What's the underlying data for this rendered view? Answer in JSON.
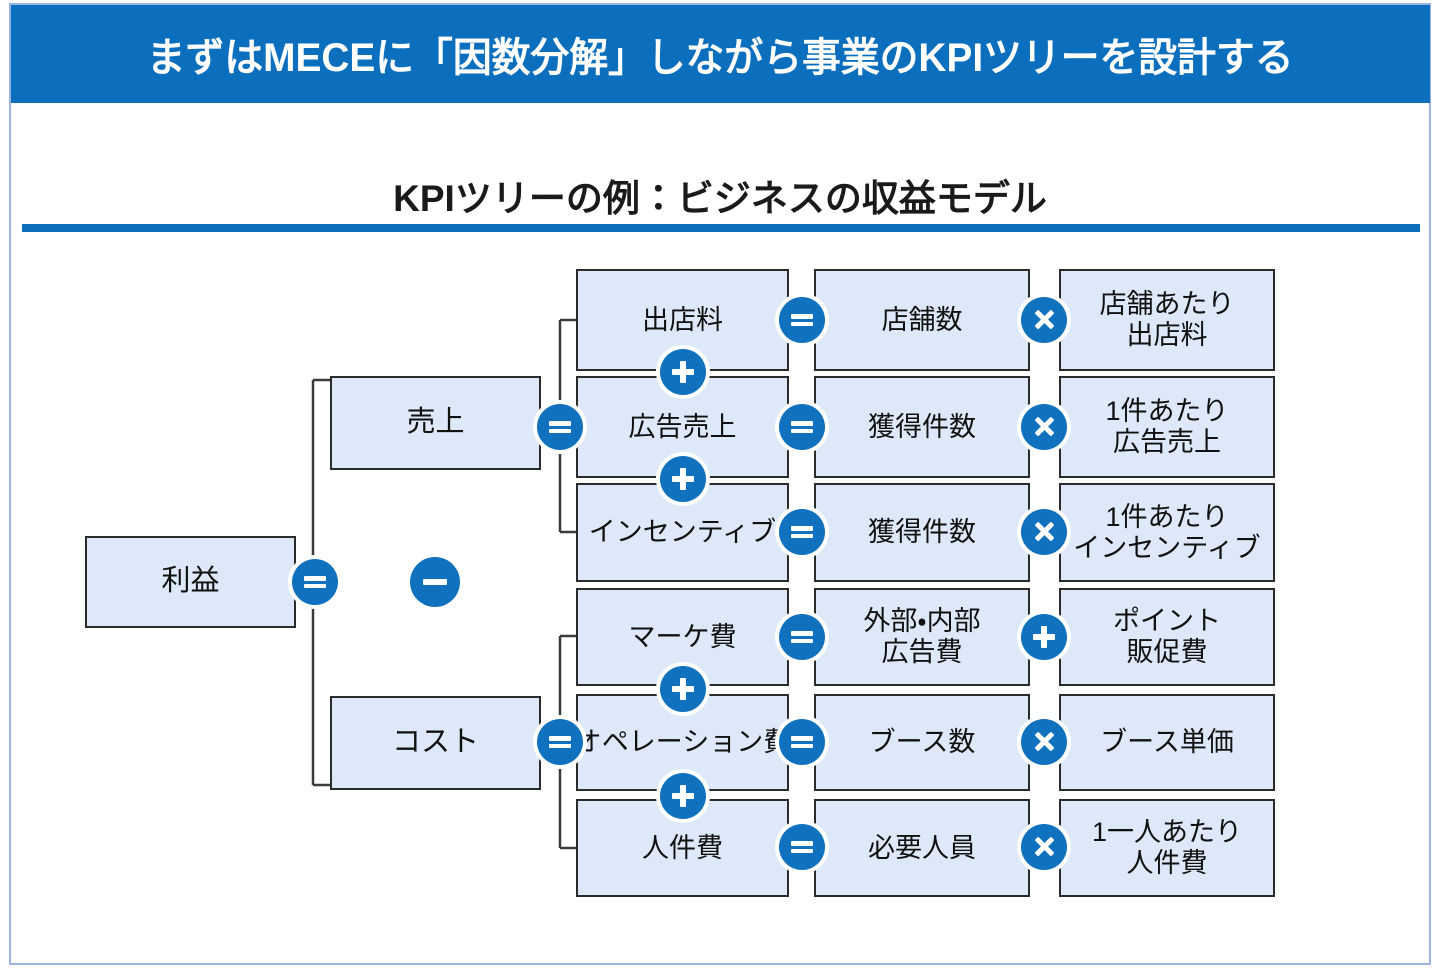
{
  "header": {
    "title": "まずはMECEに「因数分解」しながら事業のKPIツリーを設計する",
    "bar_color": "#0b6fbe"
  },
  "subtitle": {
    "text": "KPIツリーの例：ビジネスの収益モデル",
    "rule_color": "#0b6fbe"
  },
  "theme": {
    "node_fill": "#dde9f8",
    "node_border": "#2b2b2b",
    "badge_color": "#1071be",
    "frame_color": "#9ab5e4",
    "text_color": "#111111"
  },
  "operators": {
    "equals": "=",
    "plus": "+",
    "minus": "−",
    "times": "×"
  },
  "tree": {
    "root": {
      "label": "利益"
    },
    "level1": [
      {
        "label": "売上"
      },
      {
        "label": "コスト"
      }
    ],
    "root_operator": "=",
    "root_group_operator": "−",
    "level2": [
      {
        "label": "出店料"
      },
      {
        "label": "広告売上"
      },
      {
        "label": "インセンティブ"
      },
      {
        "label": "マーケ費"
      },
      {
        "label": "オペレーション費"
      },
      {
        "label": "人件費"
      }
    ],
    "level2_join_operators": [
      "+",
      "+",
      "+",
      "+",
      "+"
    ],
    "level3": [
      {
        "label": "店舗数"
      },
      {
        "label": "獲得件数"
      },
      {
        "label": "獲得件数"
      },
      {
        "label": "外部・内部\n広告費"
      },
      {
        "label": "ブース数"
      },
      {
        "label": "必要人員"
      }
    ],
    "level2_equals": [
      "=",
      "=",
      "=",
      "=",
      "=",
      "="
    ],
    "level3_operators": [
      "×",
      "×",
      "×",
      "+",
      "×",
      "×"
    ],
    "level4": [
      {
        "label": "店舗あたり\n出店料"
      },
      {
        "label": "1件あたり\n広告売上"
      },
      {
        "label": "1件あたり\nインセンティブ"
      },
      {
        "label": "ポイント\n販促費"
      },
      {
        "label": "ブース単価"
      },
      {
        "label": "1一人あたり\n人件費"
      }
    ],
    "branch_equals": [
      "=",
      "="
    ]
  }
}
